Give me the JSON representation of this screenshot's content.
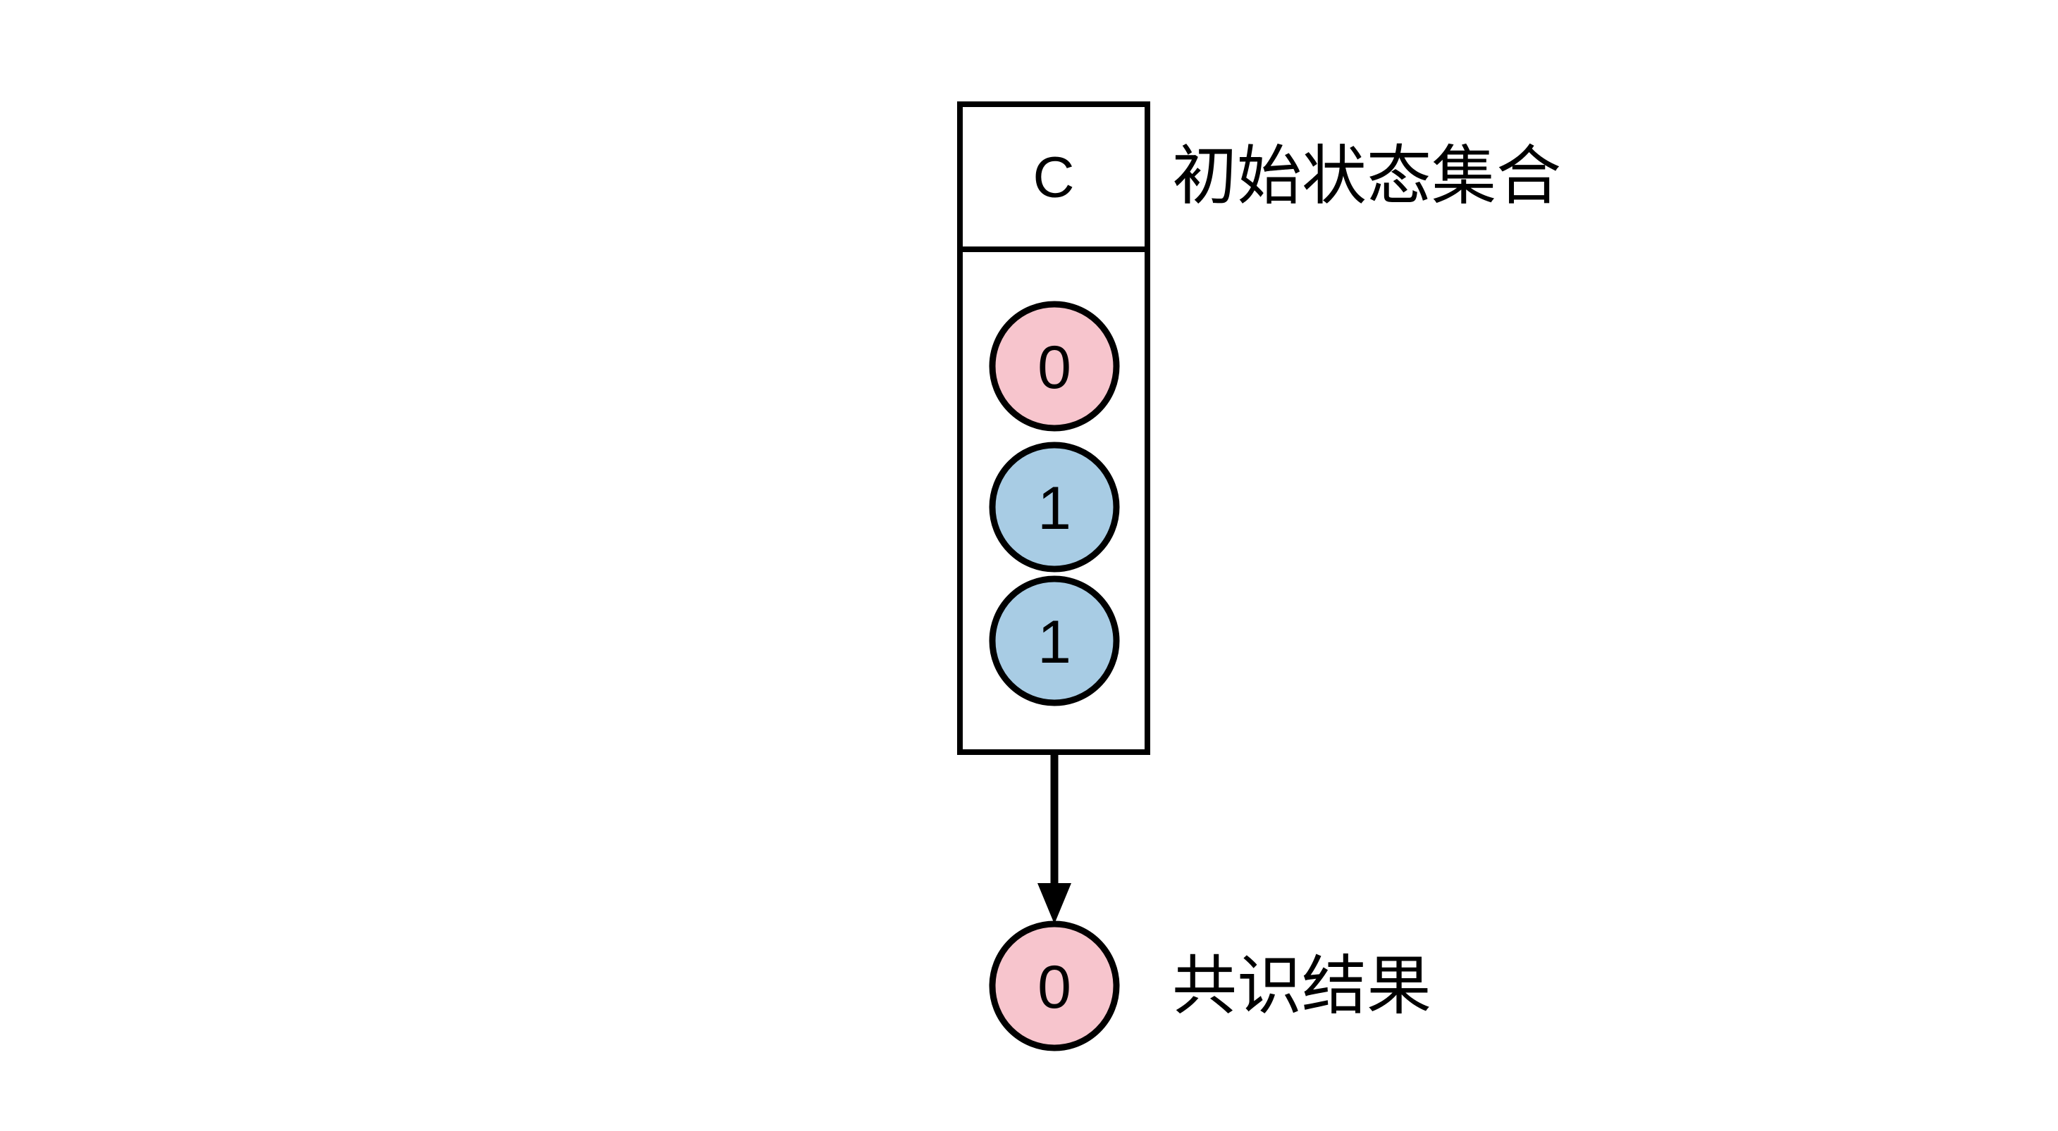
{
  "diagram": {
    "title": "初始状态集合",
    "background_color": "#ffffff",
    "stroke_color": "#000000",
    "pink_color": "#F7C5CD",
    "blue_color": "#A8CCE4",
    "container": {
      "header_label": "C",
      "annotation": "初始状态集合",
      "states": [
        {
          "value": "0",
          "color": "pink"
        },
        {
          "value": "1",
          "color": "blue"
        },
        {
          "value": "1",
          "color": "blue"
        }
      ]
    },
    "result": {
      "value": "0",
      "color": "pink",
      "annotation": "共识结果"
    },
    "arrow": {
      "direction": "down",
      "from": "state-container",
      "to": "consensus-result"
    }
  }
}
